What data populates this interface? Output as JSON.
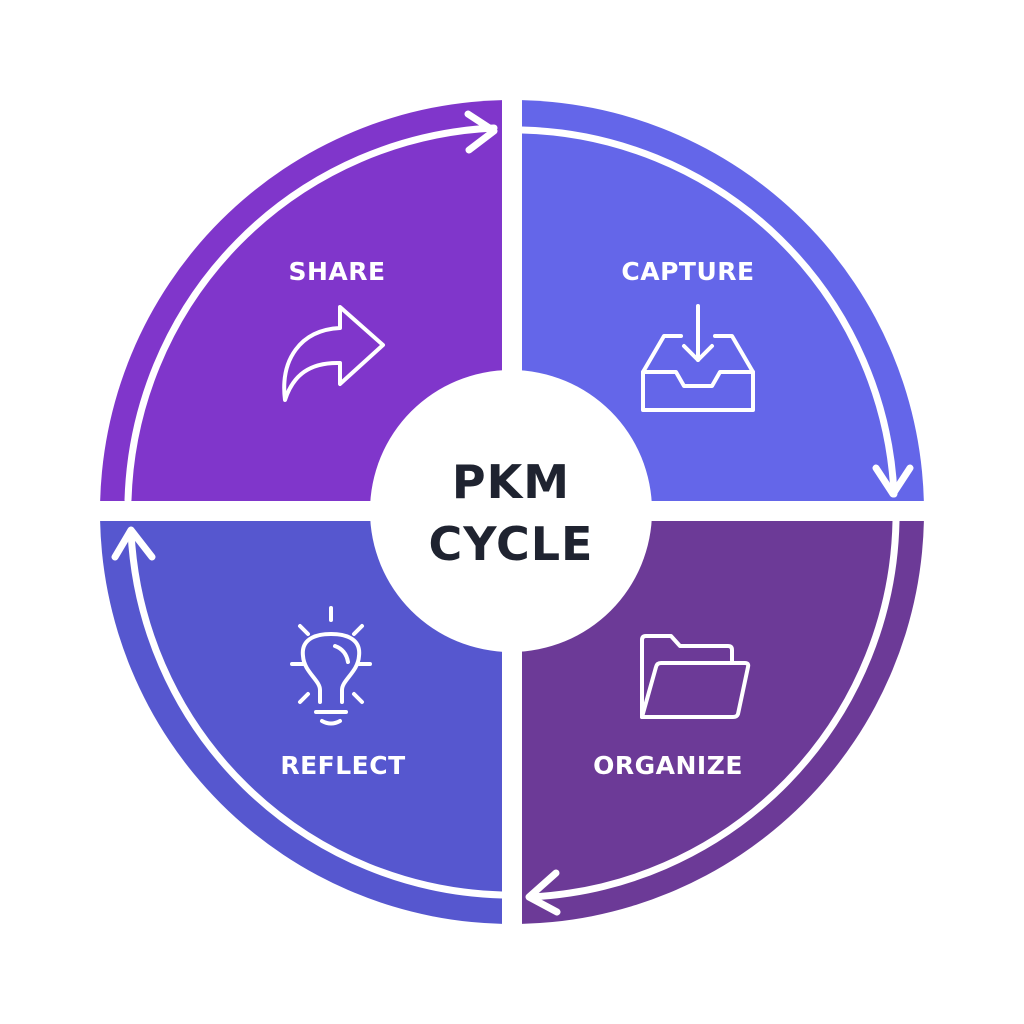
{
  "diagram": {
    "title_line1": "PKM",
    "title_line2": "CYCLE",
    "flow_direction": "clockwise",
    "quadrants": [
      {
        "position": "top-right",
        "label": "CAPTURE",
        "icon": "inbox-download-icon",
        "color": "#6466E9"
      },
      {
        "position": "bottom-right",
        "label": "ORGANIZE",
        "icon": "folder-open-icon",
        "color": "#6C3A97"
      },
      {
        "position": "bottom-left",
        "label": "REFLECT",
        "icon": "lightbulb-icon",
        "color": "#5657CF"
      },
      {
        "position": "top-left",
        "label": "SHARE",
        "icon": "share-arrow-icon",
        "color": "#8036CB"
      }
    ],
    "center_color": "#ffffff",
    "text_color": "#1f2330"
  }
}
